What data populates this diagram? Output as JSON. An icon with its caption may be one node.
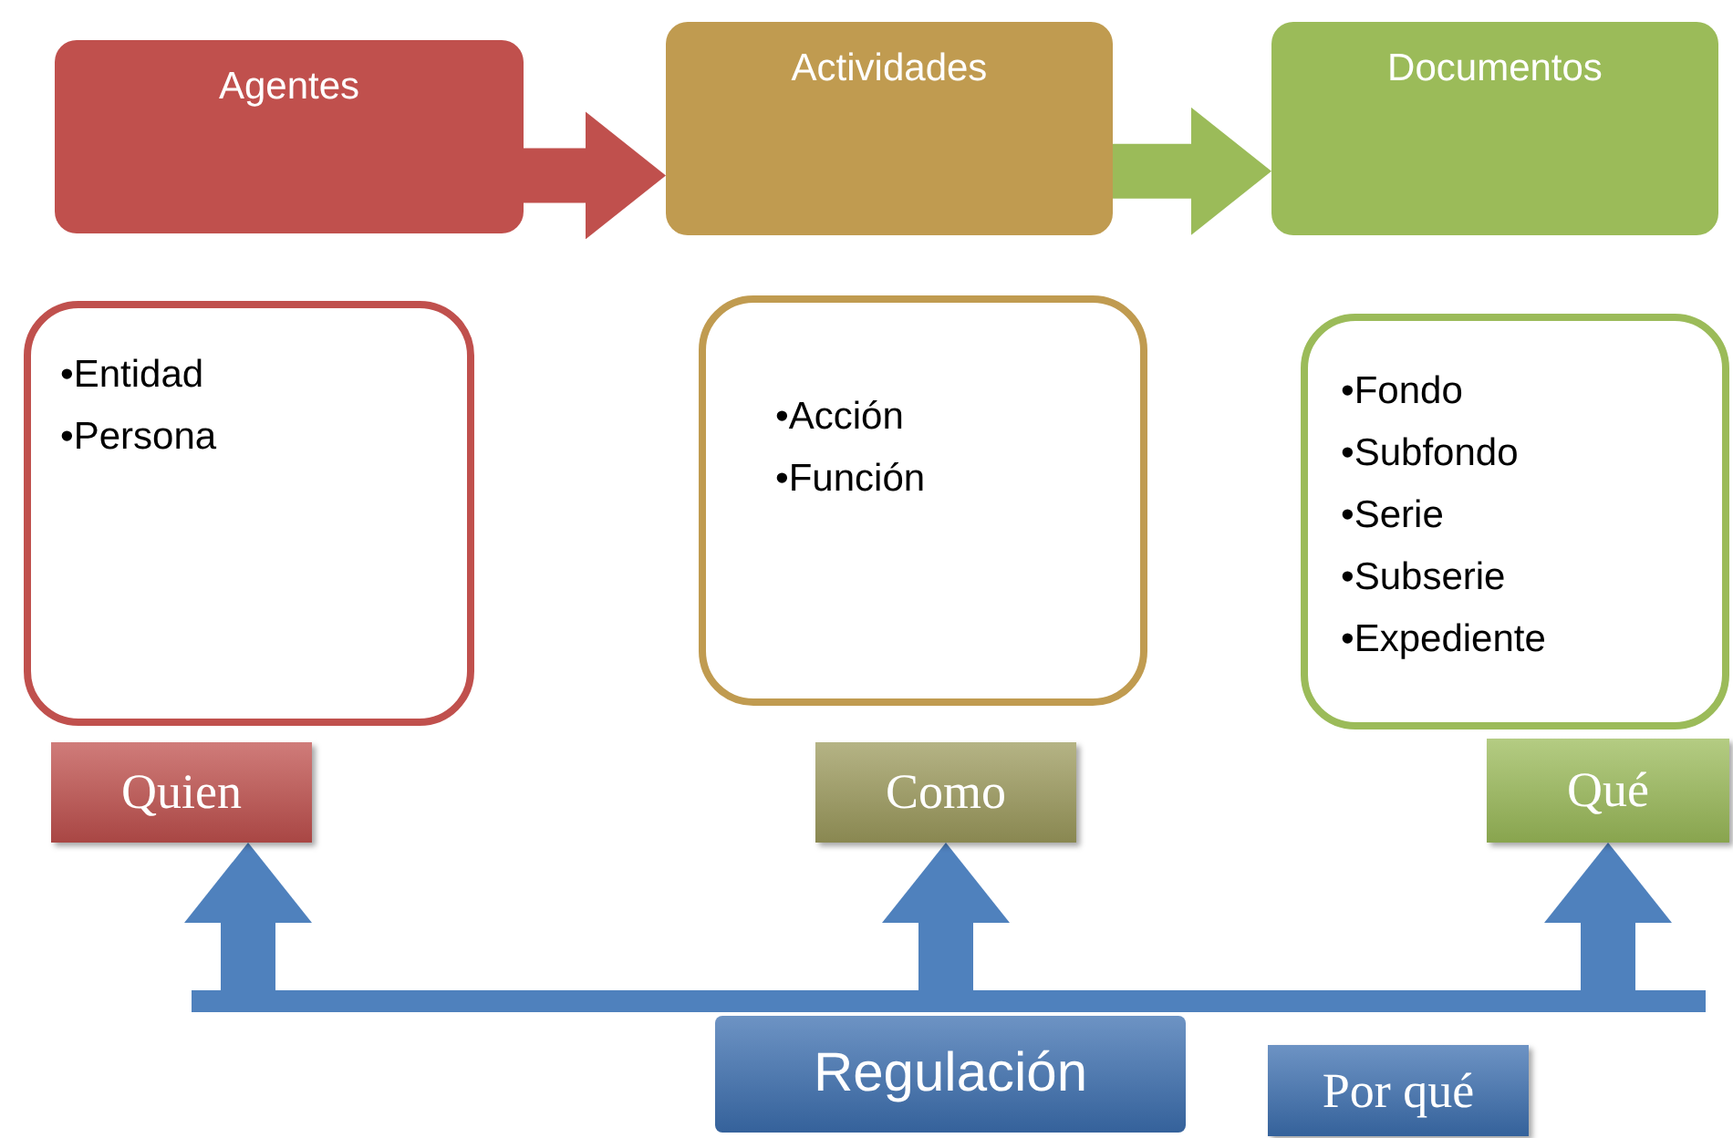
{
  "diagram": {
    "nodes": [
      {
        "text": [
          "Agentes"
        ]
      },
      {
        "text": [
          "Actividades"
        ]
      },
      {
        "text": [
          "Documentos"
        ]
      },
      {
        "text": [
          "•Entidad",
          "•Persona"
        ]
      },
      {
        "text": [
          "•Acción",
          "•Función"
        ]
      },
      {
        "text": [
          "•Fondo",
          "•Subfondo",
          "•Serie",
          "•Subserie",
          "•Expediente"
        ]
      },
      {
        "text": [
          "Quien"
        ]
      },
      {
        "text": [
          "Como"
        ]
      },
      {
        "text": [
          "Qué"
        ]
      },
      {
        "text": [],
        "shape": "bar"
      },
      {
        "text": [
          "Regulación"
        ]
      },
      {
        "text": [
          "Por qué"
        ]
      }
    ],
    "edges": [
      {
        "from": 0,
        "to": 1,
        "arrow": "to",
        "color": "#c0504d"
      },
      {
        "from": 1,
        "to": 2,
        "arrow": "to",
        "color": "#9bbb59"
      },
      {
        "from": 9,
        "to": 6,
        "arrow": "to",
        "color": "#4f81bd"
      },
      {
        "from": 9,
        "to": 7,
        "arrow": "to",
        "color": "#4f81bd"
      },
      {
        "from": 9,
        "to": 8,
        "arrow": "to",
        "color": "#4f81bd"
      }
    ]
  }
}
